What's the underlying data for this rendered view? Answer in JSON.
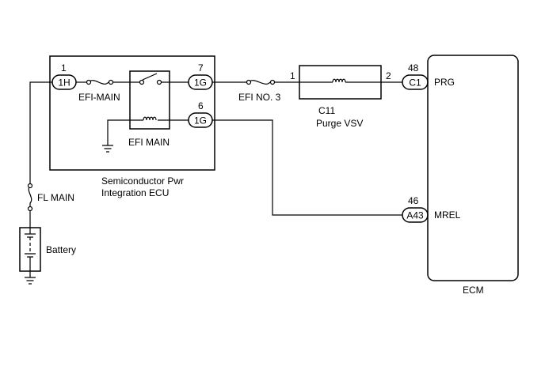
{
  "components": {
    "ecu_line1": "Semiconductor Pwr",
    "ecu_line2": "Integration ECU",
    "ecm": "ECM",
    "vsv_code": "C11",
    "vsv_name": "Purge VSV",
    "battery": "Battery"
  },
  "fuses": {
    "efi_main_fuse": "EFI-MAIN",
    "efi_no3": "EFI NO. 3",
    "fl_main": "FL MAIN"
  },
  "relay": {
    "name": "EFI MAIN"
  },
  "connectors": {
    "c1h": {
      "pin": "1",
      "code": "1H"
    },
    "c1g_top": {
      "pin": "7",
      "code": "1G"
    },
    "c1g_bottom": {
      "pin": "6",
      "code": "1G"
    },
    "vsv_pin1": "1",
    "vsv_pin2": "2",
    "ecm_prg": {
      "pin": "48",
      "code": "C1",
      "signal": "PRG"
    },
    "ecm_mrel": {
      "pin": "46",
      "code": "A43",
      "signal": "MREL"
    }
  },
  "colors": {
    "line": "#000000",
    "background": "#ffffff"
  }
}
